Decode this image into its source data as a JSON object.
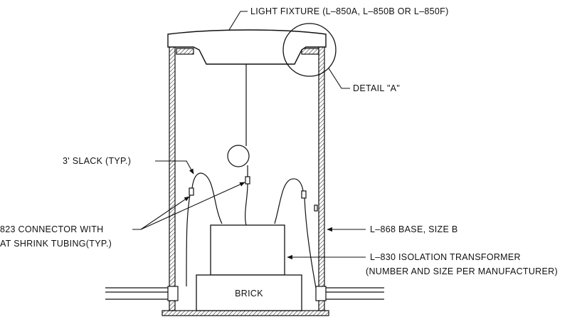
{
  "labels": {
    "light_fixture": "LIGHT FIXTURE (L–850A, L–850B OR L–850F)",
    "detail_a": "DETAIL \"A\"",
    "slack": "3' SLACK (TYP.)",
    "connector_line1": "823 CONNECTOR WITH",
    "connector_line2": "AT SHRINK TUBING(TYP.)",
    "base": "L–868 BASE, SIZE B",
    "transformer_line1": "L–830 ISOLATION TRANSFORMER",
    "transformer_line2": "(NUMBER AND SIZE PER MANUFACTURER)",
    "brick": "BRICK"
  },
  "colors": {
    "ink": "#111111",
    "background": "#ffffff"
  }
}
